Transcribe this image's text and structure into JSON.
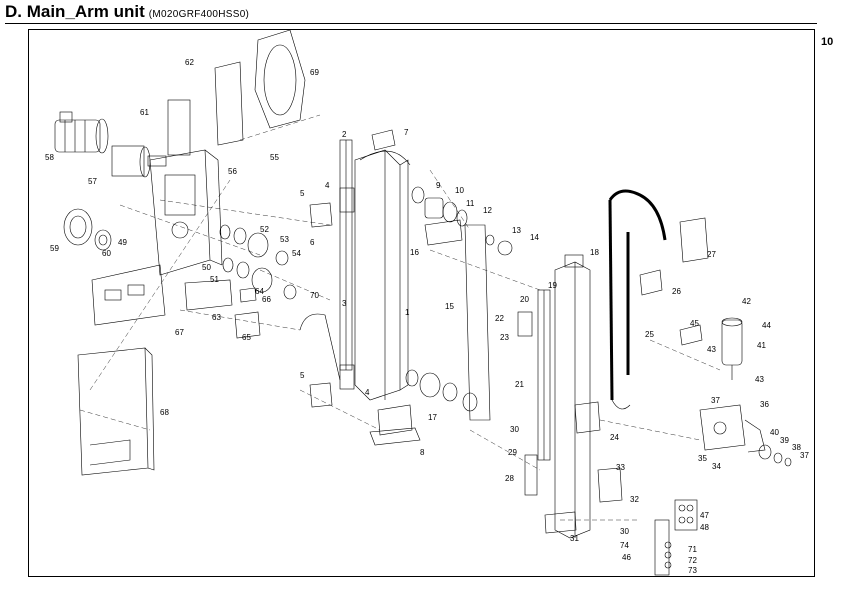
{
  "header": {
    "title": "D. Main_Arm unit",
    "subtitle": "(M020GRF400HSS0)",
    "page_number": "10"
  },
  "diagram": {
    "part_labels": [
      "1",
      "2",
      "3",
      "4",
      "4",
      "5",
      "5",
      "6",
      "7",
      "8",
      "9",
      "10",
      "11",
      "12",
      "13",
      "14",
      "15",
      "16",
      "17",
      "18",
      "19",
      "20",
      "21",
      "22",
      "23",
      "24",
      "25",
      "26",
      "27",
      "28",
      "29",
      "30",
      "30",
      "31",
      "32",
      "33",
      "34",
      "35",
      "36",
      "37",
      "37",
      "38",
      "39",
      "40",
      "41",
      "42",
      "43",
      "43",
      "44",
      "45",
      "46",
      "47",
      "48",
      "49",
      "50",
      "51",
      "52",
      "53",
      "54",
      "55",
      "56",
      "57",
      "58",
      "59",
      "60",
      "61",
      "62",
      "63",
      "64",
      "65",
      "66",
      "67",
      "68",
      "69",
      "70",
      "71",
      "72",
      "73",
      "74"
    ]
  }
}
